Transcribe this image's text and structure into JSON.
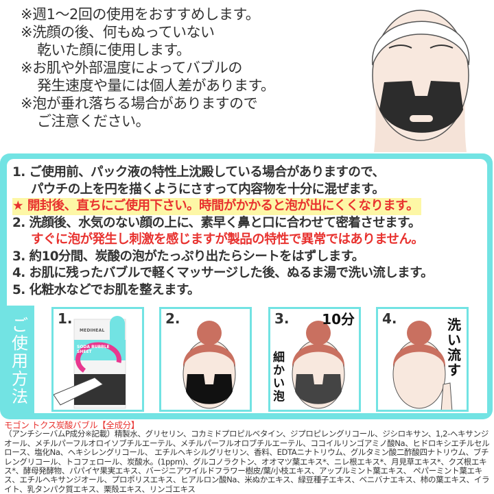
{
  "notes": [
    {
      "text": "※週1～2回の使用をおすすめします。",
      "indent": false
    },
    {
      "text": "※洗顔の後、何もぬっていない",
      "indent": false
    },
    {
      "text": "乾いた顔に使用します。",
      "indent": true
    },
    {
      "text": "※お肌や外部温度によってバブルの",
      "indent": false
    },
    {
      "text": "発生速度や量には個人差があります。",
      "indent": true
    },
    {
      "text": "※泡が垂れ落ちる場合がありますので",
      "indent": false
    },
    {
      "text": "ご注意ください。",
      "indent": true
    }
  ],
  "steps": {
    "s1a": "1. ご使用前、パック液の特性上沈殿している場合がありますので、",
    "s1b": "パウチの上を円を描くようにさすって内容物を十分に混ぜます。",
    "warn": "★ 開封後、直ちにご使用下さい。時間がかかると泡が出にくくなります。",
    "s2a": "2. 洗顔後、水気のない顔の上に、素早く鼻と口に合わせて密着させます。",
    "s2b": "すぐに泡が発生し刺激を感じますが製品の特性で異常ではありません。",
    "s3": "3. 約10分間、炭酸の泡がたっぷり出たらシートをはずします。",
    "s4": "4. お肌に残ったバブルで軽くマッサージした後、ぬるま湯で洗い流します。",
    "s5": "5. 化粧水などでお肌を整えます。"
  },
  "howto_label": "ご使用方法",
  "panels": [
    {
      "num": "1.",
      "brand": "MEDIHEAL",
      "product": "SODA BUBBLE SHEET"
    },
    {
      "num": "2."
    },
    {
      "num": "3.",
      "time": "10分",
      "caption": "細かい泡"
    },
    {
      "num": "4.",
      "caption": "洗い流す"
    }
  ],
  "ingredients": {
    "title": "モゴン トクス炭酸バブル【全成分】",
    "body": "（アンチシーバムP成分※記載）精製水、グリセリン、コカミドプロピルベタイン、ジプロピレングリコール、ジシロキサン、1,2-ヘキサンジオール、メチルパーフルオロイソブチルエーテル、メチルパーフルオロブチルエーテル、ココイルリンゴアミノ酸Na、ヒドロキシエチルセルロース、塩化Na、ヘキシレングリコール、 エチルヘキシルグリセリン、香料、EDTAニナトリウム、グルタミン酸二酢酸四ナトリウム、ブチレングリコール、トコフェロール、炭酸水。(1ppm)、グルコノラクトン、オオマツ葉エキス*、ニレ根エキス*、月見草エキス*、クズ根エキス*、酵母発酵物、パパイヤ果実エキス、バージニアワイルドフラワー樹皮/葉/小枝エキス、アップルミント葉エキス、 ペパーミント葉エキス、エチルヘキサンジオール、プロポリスエキス、ヒアルロン酸Na、米ぬかエキス、緑豆種子エキス、ベニバナエキス、柿の葉エキス、イライト、乳タンパク質エキス、栗殻エキス、リンゴエキス"
  },
  "colors": {
    "accent": "#72e3e3",
    "red": "#e8322f",
    "highlight": "#fdf7a6",
    "pink": "#e8378f"
  }
}
